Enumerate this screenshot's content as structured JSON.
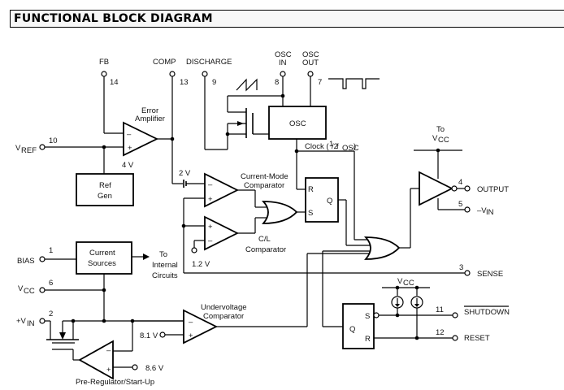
{
  "title": "FUNCTIONAL BLOCK DIAGRAM",
  "pins": {
    "fb": {
      "name": "FB",
      "number": "14"
    },
    "comp": {
      "name": "COMP",
      "number": "13"
    },
    "discharge": {
      "name": "DISCHARGE",
      "number": "9"
    },
    "osc_in": {
      "name_line1": "OSC",
      "name_line2": "IN",
      "number": "8"
    },
    "osc_out": {
      "name_line1": "OSC",
      "name_line2": "OUT",
      "number": "7"
    },
    "vref": {
      "name": "V",
      "sub": "REF",
      "number": "10"
    },
    "bias": {
      "name": "BIAS",
      "number": "1"
    },
    "vcc": {
      "name": "V",
      "sub": "CC",
      "number": "6"
    },
    "vin": {
      "name": "+V",
      "sub": "IN",
      "number": "2"
    },
    "output": {
      "name": "OUTPUT",
      "number": "4"
    },
    "neg_vin": {
      "name": "–V",
      "sub": "IN",
      "number": "5"
    },
    "sense": {
      "name": "SENSE",
      "number": "3"
    },
    "shutdown": {
      "name": "SHUTDOWN",
      "number": "11"
    },
    "reset": {
      "name": "RESET",
      "number": "12"
    }
  },
  "blocks": {
    "ref_gen": {
      "line1": "Ref",
      "line2": "Gen"
    },
    "osc": {
      "label": "OSC"
    },
    "current_sources": {
      "line1": "Current",
      "line2": "Sources"
    },
    "rs_latch": {
      "r": "R",
      "s": "S",
      "q": "Q"
    },
    "shutdown_latch": {
      "s": "S",
      "r": "R",
      "q": "Q"
    }
  },
  "labels": {
    "error_amp_line1": "Error",
    "error_amp_line2": "Amplifier",
    "four_v": "4 V",
    "two_v": "2 V",
    "current_mode_line1": "Current-Mode",
    "current_mode_line2": "Comparator",
    "cl_line1": "C/L",
    "cl_line2": "Comparator",
    "one_two_v": "1.2 V",
    "clock_prefix": "Clock (",
    "clock_frac_num": "1",
    "clock_frac_den": "/2",
    "clock_f": " f",
    "clock_sub": "OSC",
    "clock_suffix": ")",
    "to_vcc_line1": "To",
    "to_vcc_line2": "V",
    "to_vcc_sub": "CC",
    "to_internal_line1": "To",
    "to_internal_line2": "Internal",
    "to_internal_line3": "Circuits",
    "uv_line1": "Undervoltage",
    "uv_line2": "Comparator",
    "eight_one_v": "8.1 V",
    "eight_six_v": "8.6 V",
    "preregulator": "Pre-Regulator/Start-Up",
    "vcc_top": "V",
    "vcc_top_sub": "CC",
    "minus": "–",
    "plus": "+"
  }
}
